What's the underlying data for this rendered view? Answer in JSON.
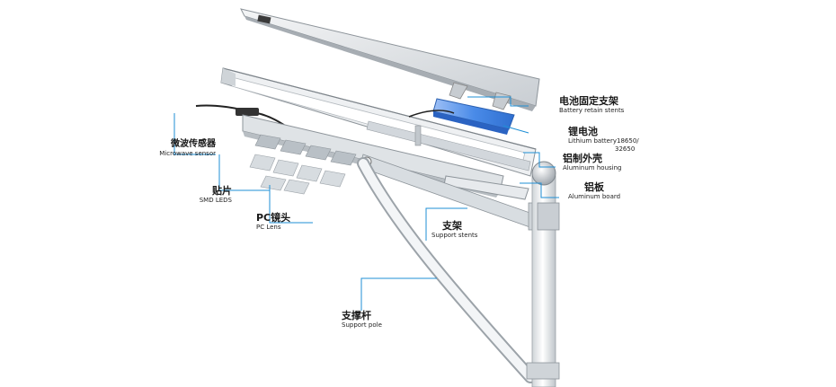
{
  "colors": {
    "leader": "#1f8fd6",
    "battery": "#4a8be8",
    "aluminum": "#d9dde1"
  },
  "labels": [
    {
      "id": "battery-retain-stents",
      "zh": "电池固定支架",
      "en": "Battery retain stents"
    },
    {
      "id": "lithium-battery",
      "zh": "锂电池",
      "en": "Lithium battery18650/",
      "en2": "32650"
    },
    {
      "id": "aluminum-housing",
      "zh": "铝制外壳",
      "en": "Aluminum housing"
    },
    {
      "id": "aluminum-board",
      "zh": "铝板",
      "en": "Aluminum board"
    },
    {
      "id": "microwave-sensor",
      "zh": "微波传感器",
      "en": "Microwave sensor"
    },
    {
      "id": "smd-leds",
      "zh": "贴片",
      "en": "SMD LEDS"
    },
    {
      "id": "pc-lens",
      "zh": "PC镜头",
      "en": "PC Lens"
    },
    {
      "id": "support-stents",
      "zh": "支架",
      "en": "Support stents"
    },
    {
      "id": "support-pole",
      "zh": "支撑杆",
      "en": "Support pole"
    }
  ]
}
